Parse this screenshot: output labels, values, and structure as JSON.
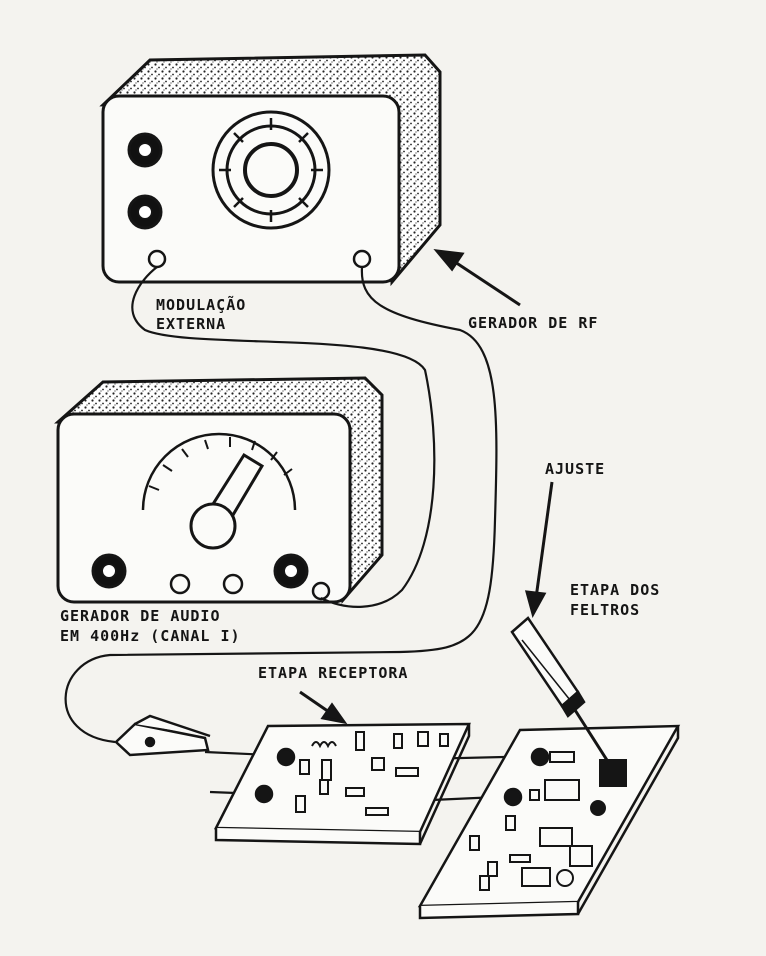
{
  "labels": {
    "modulacao_line1": "MODULAÇÃO",
    "modulacao_line2": "EXTERNA",
    "gerador_rf": "GERADOR DE RF",
    "ajuste": "AJUSTE",
    "etapa_filtros_line1": "ETAPA DOS",
    "etapa_filtros_line2": "FELTROS",
    "gerador_audio_line1": "GERADOR DE AUDIO",
    "gerador_audio_line2": "EM 400Hz (CANAL I)",
    "etapa_receptora": "ETAPA RECEPTORA"
  },
  "colors": {
    "ink": "#151515",
    "paper": "#f4f3ef"
  },
  "icons": [
    "rf-generator-icon",
    "audio-generator-icon",
    "screwdriver-icon",
    "alligator-clip-icon"
  ]
}
